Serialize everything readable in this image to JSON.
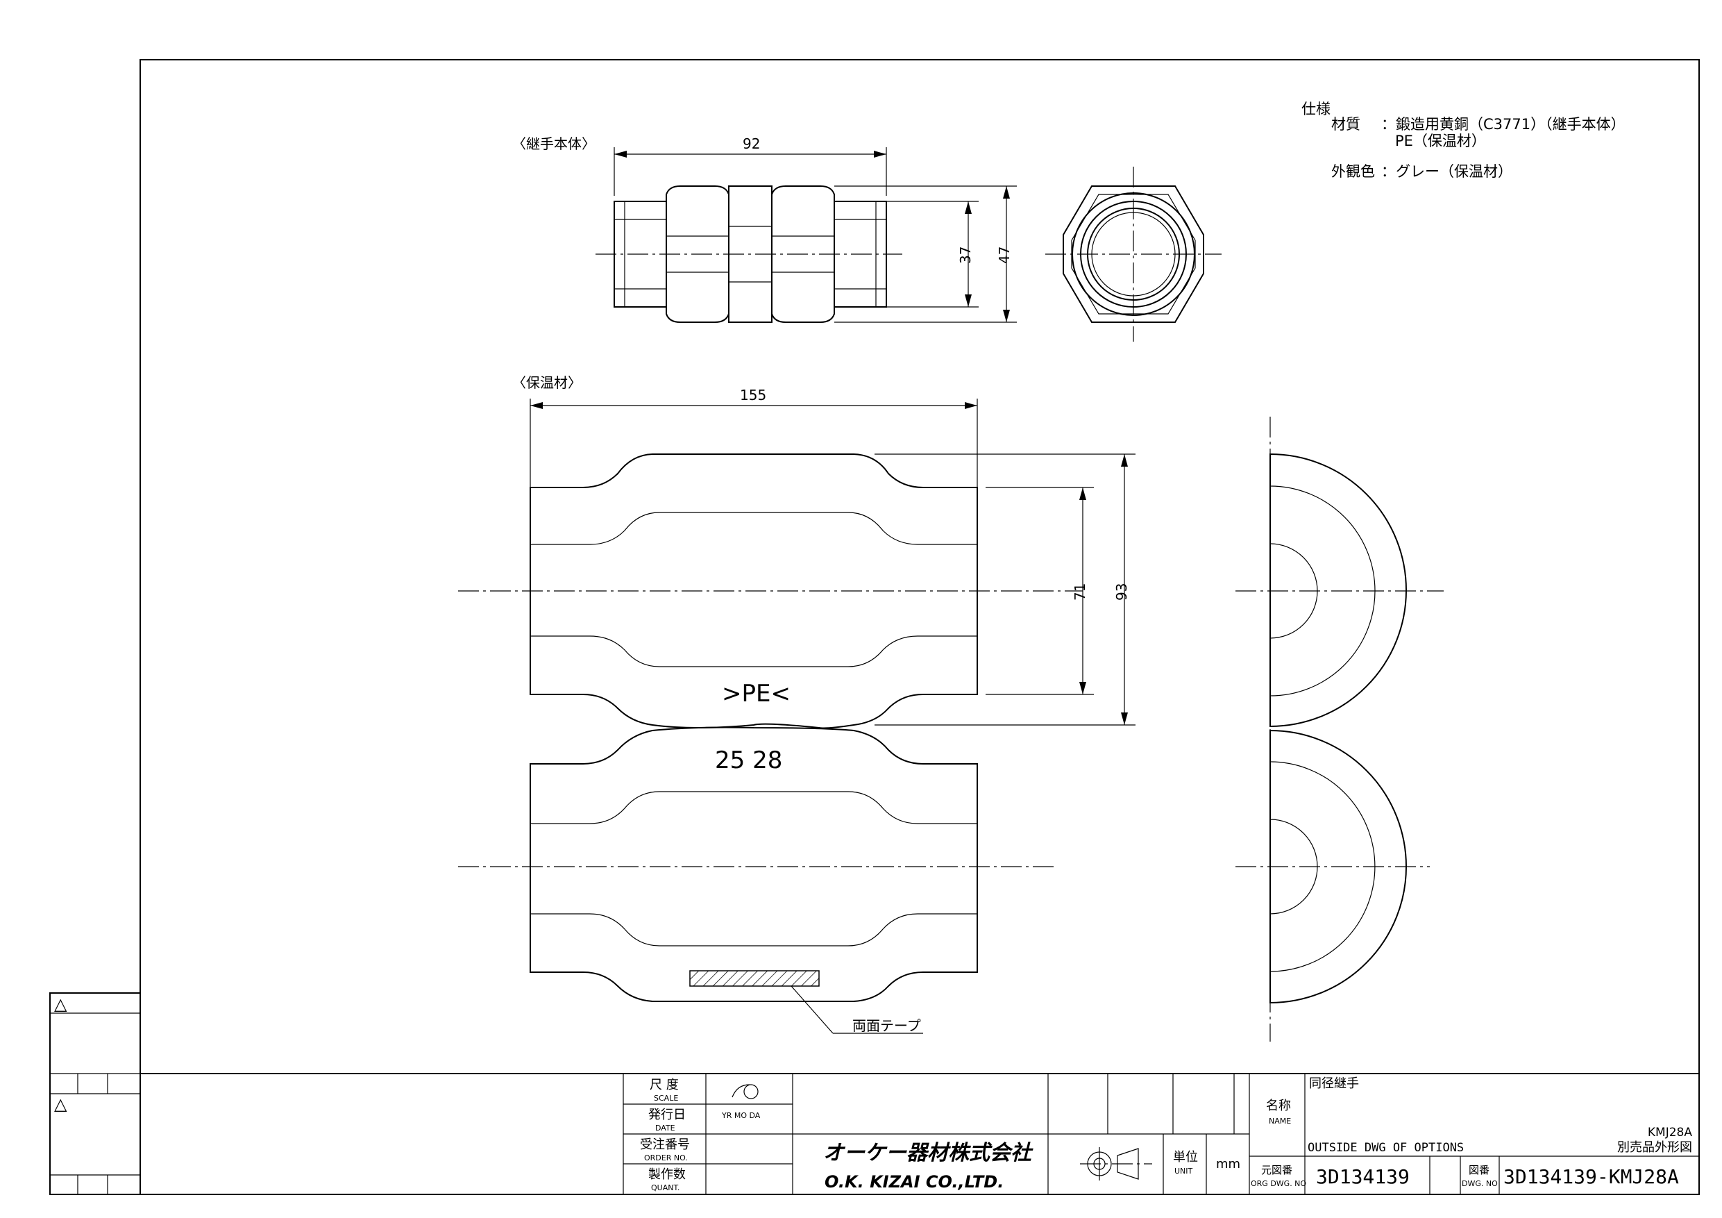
{
  "labels": {
    "coupling_body": "〈継手本体〉",
    "insulation": "〈保温材〉",
    "double_sided_tape": "両面テープ",
    "insulation_mark": ">PE<",
    "size_mark": "25 28"
  },
  "specifications": {
    "heading": "仕様",
    "material_label": "材質",
    "material_value_1": "：鍛造用黄銅（C3771）（継手本体）",
    "material_value_2": "PE（保温材）",
    "color_label": "外観色",
    "color_value": "：グレー（保温材）"
  },
  "dimensions": {
    "body_length": "92",
    "body_inner": "37",
    "body_outer": "47",
    "insulation_length": "155",
    "insulation_inner": "71",
    "insulation_outer": "93"
  },
  "title_block": {
    "scale_label": "尺 度",
    "scale_label_en": "SCALE",
    "date_label": "発行日",
    "date_label_en": "DATE",
    "date_fields": "YR  MO  DA",
    "order_label": "受注番号",
    "order_label_en": "ORDER NO.",
    "quantity_label": "製作数",
    "quantity_label_en": "QUANT.",
    "company_jp": "オーケー器材株式会社",
    "company_en": "O.K. KIZAI CO.,LTD.",
    "unit_label": "単位",
    "unit_label_en": "UNIT",
    "unit_value": "mm",
    "name_label": "名称",
    "name_label_en": "NAME",
    "name_jp": "同径継手",
    "name_en": "OUTSIDE DWG OF OPTIONS",
    "model": "KMJ28A",
    "subtitle": "別売品外形図",
    "org_dwg_label": "元図番",
    "org_dwg_label_en": "ORG DWG. NO",
    "org_dwg_value": "3D134139",
    "dwg_label": "図番",
    "dwg_label_en": "DWG. NO",
    "dwg_value": "3D134139-KMJ28A"
  },
  "revision_marks": [
    "△",
    "△"
  ]
}
